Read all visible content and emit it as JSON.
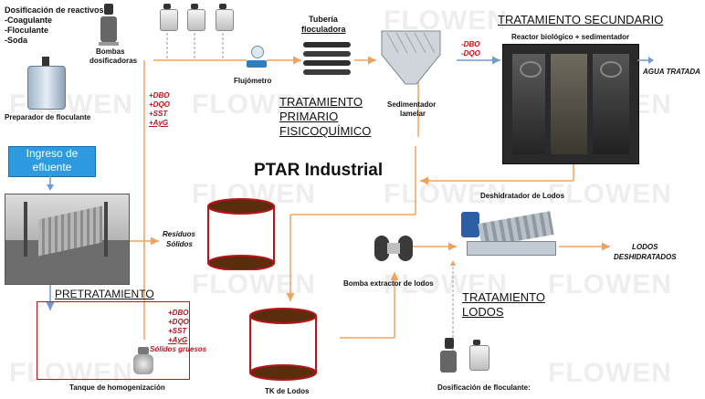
{
  "watermark": "FLOWEN",
  "reagents": {
    "title": "Dosificación de reactivos:",
    "items": [
      "-Coagulante",
      "-Floculante",
      "-Soda"
    ]
  },
  "labels": {
    "pumps": [
      "Bombas",
      "dosificadoras"
    ],
    "flocculant_prep": "Preparador de floculante",
    "flowmeter": "Flujómetro",
    "pipe_title": "Tubería",
    "pipe_sub": "floculadora",
    "lamellar": [
      "Sedimentador",
      "lamelar"
    ],
    "reactor": "Reactor biológico + sedimentador",
    "treated_water": "AGUA TRATADA",
    "inflow": [
      "Ingreso de",
      "efluente"
    ],
    "solid_waste": [
      "Residuos",
      "Sólidos"
    ],
    "dewaterer": "Deshidratador de Lodos",
    "sludge_pump": "Bomba extractor de lodos",
    "dewatered_sludge": [
      "LODOS",
      "DESHIDRATADOS"
    ],
    "homogenization_tank": "Tanque de homogenización",
    "sludge_tank": "TK de Lodos",
    "flocculant_dosing": "Dosificación de floculante:"
  },
  "sections": {
    "primary": [
      "TRATAMIENTO",
      "PRIMARIO",
      "FISICOQUÍMICO"
    ],
    "secondary": "TRATAMIENTO SECUNDARIO",
    "pretreatment": "PRETRATAMIENTO",
    "sludge": [
      "TRATAMIENTO",
      "LODOS"
    ]
  },
  "plant_title": "PTAR Industrial",
  "removal_primary": [
    "+DBO",
    "+DQO",
    "+SST",
    "+AyG"
  ],
  "removal_secondary": [
    "-DBO",
    "-DQO"
  ],
  "removal_homogenization": [
    "+DBO",
    "+DQO",
    "+SST",
    "+AyG",
    "Sólidos gruesos"
  ],
  "colors": {
    "orange_flow": "#f2a25c",
    "blue_flow": "#6f9bd1",
    "red_box": "#c0121a",
    "accent_box": "#2e9be0",
    "sludge_brown": "#5a2d0c",
    "tank_red": "#b8141a"
  }
}
